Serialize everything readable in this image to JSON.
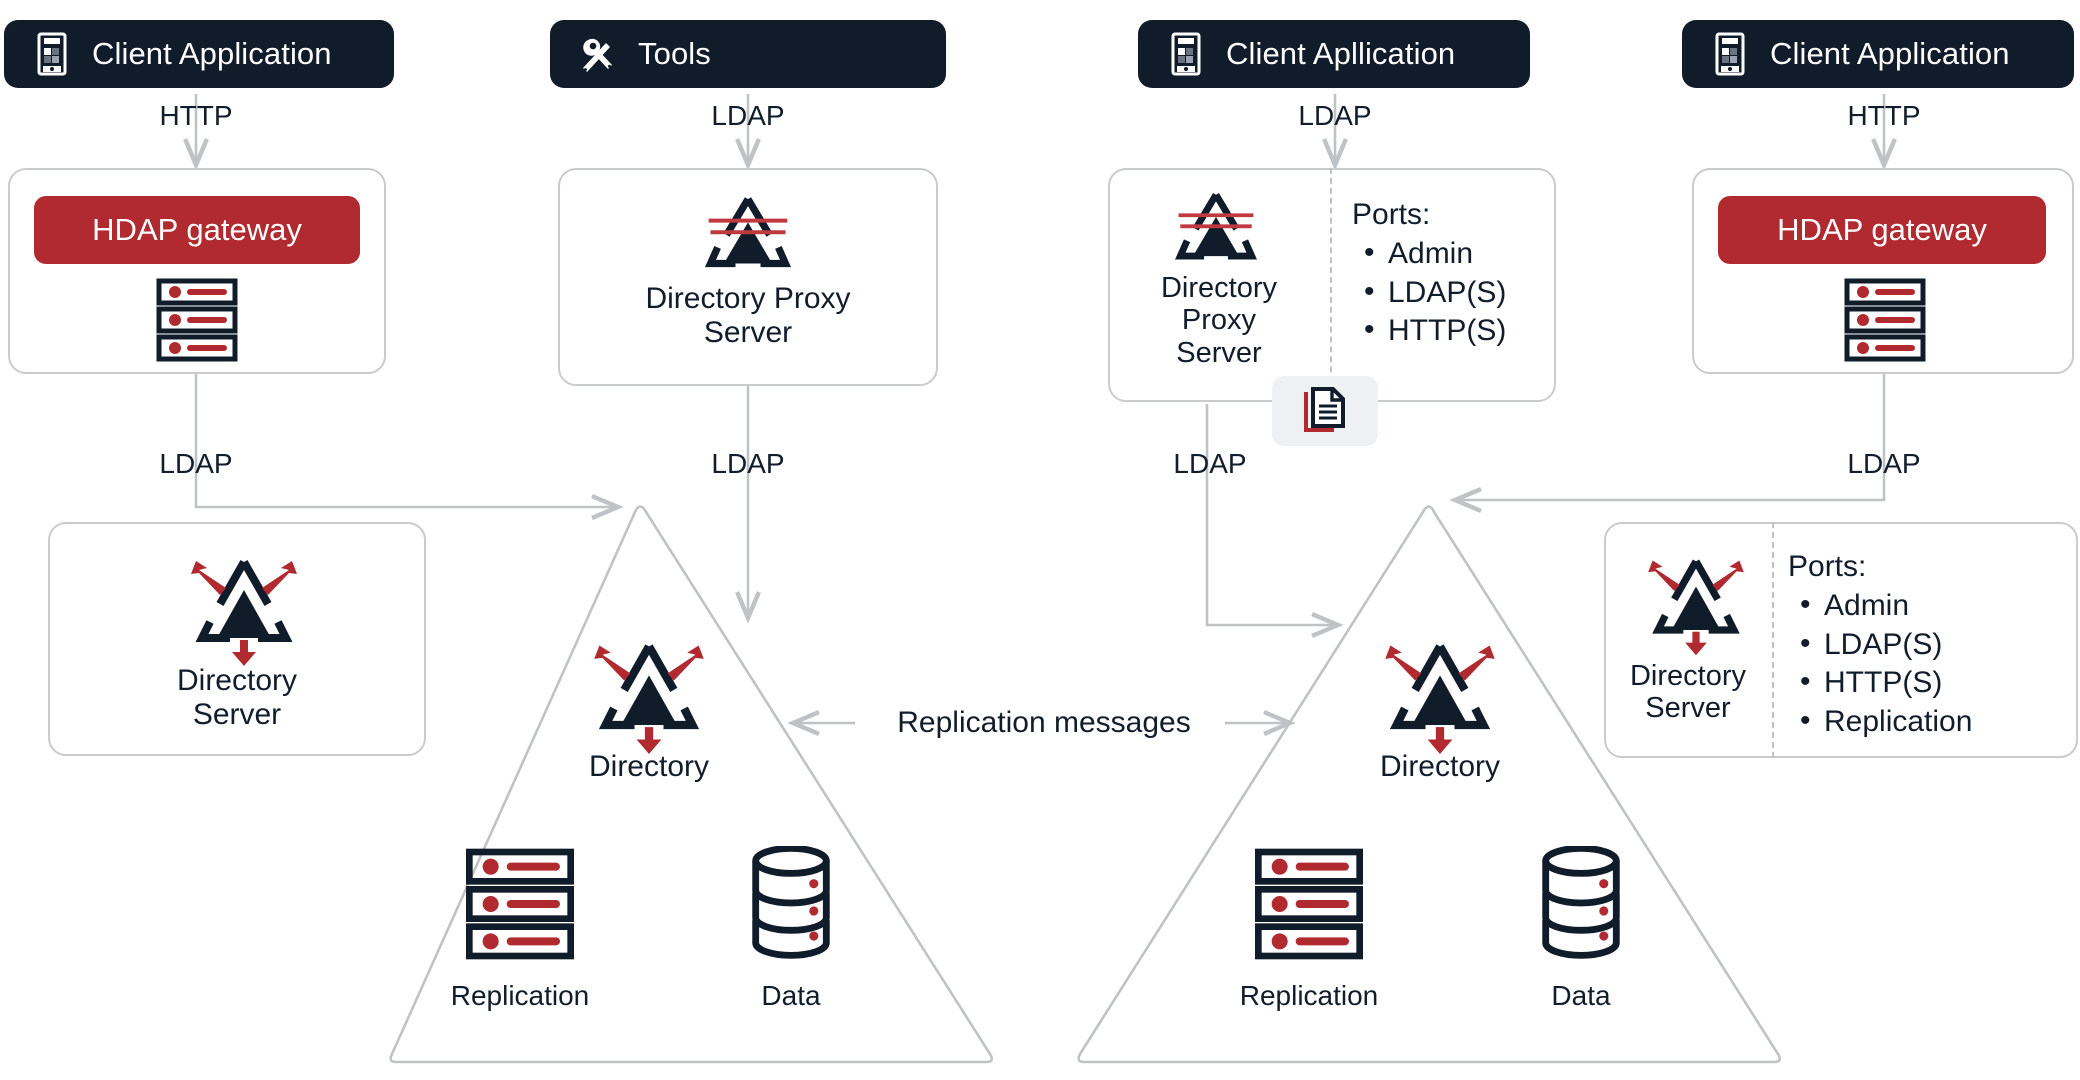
{
  "colors": {
    "navy": "#111c2b",
    "red": "#b02a30",
    "line": "#c0c3c6",
    "panel_border": "#c9cbcd",
    "badge_bg": "#eef1f3",
    "text": "#121d2c"
  },
  "columns": [
    {
      "id": "col1",
      "header": {
        "label": "Client Application",
        "icon": "mobile-device-icon"
      },
      "link1": {
        "label": "HTTP",
        "type": "arrow-down"
      },
      "node": {
        "title": "HDAP gateway",
        "icons": [
          "server-stack-icon"
        ]
      },
      "link2": {
        "label": "LDAP",
        "type": "elbow-right-arrow"
      },
      "leaf": {
        "title": "Directory\nServer",
        "icon": "directory-server-icon"
      }
    },
    {
      "id": "col2",
      "header": {
        "label": "Tools",
        "icon": "tools-icon"
      },
      "link1": {
        "label": "LDAP",
        "type": "arrow-down"
      },
      "node": {
        "title": "Directory Proxy\nServer",
        "icon": "directory-proxy-server-icon"
      },
      "link2": {
        "label": "LDAP",
        "type": "arrow-down"
      }
    },
    {
      "id": "col3",
      "header": {
        "label": "Client Apllication",
        "icon": "mobile-device-icon"
      },
      "link1": {
        "label": "LDAP",
        "type": "arrow-down"
      },
      "node": {
        "title": "Directory\nProxy\nServer",
        "icon": "directory-proxy-server-icon",
        "ports_title": "Ports:",
        "ports": [
          "Admin",
          "LDAP(S)",
          "HTTP(S)"
        ],
        "badge_icon": "logs-document-icon"
      },
      "link2": {
        "label": "LDAP",
        "type": "elbow-right-arrow"
      }
    },
    {
      "id": "col4",
      "header": {
        "label": "Client Application",
        "icon": "mobile-device-icon"
      },
      "link1": {
        "label": "HTTP",
        "type": "arrow-down"
      },
      "node": {
        "title": "HDAP gateway",
        "icons": [
          "server-stack-icon"
        ]
      },
      "link2": {
        "label": "LDAP",
        "type": "elbow-left-arrow"
      },
      "leaf": {
        "title": "Directory\nServer",
        "icon": "directory-server-icon",
        "ports_title": "Ports:",
        "ports": [
          "Admin",
          "LDAP(S)",
          "HTTP(S)",
          "Replication"
        ]
      }
    }
  ],
  "triangles": [
    {
      "id": "triangle-left",
      "apex_label": "Directory",
      "apex_icon": "directory-server-icon",
      "items": [
        {
          "label": "Replication",
          "icon": "replication-server-stack-icon"
        },
        {
          "label": "Data",
          "icon": "database-cylinder-icon"
        }
      ]
    },
    {
      "id": "triangle-right",
      "apex_label": "Directory",
      "apex_icon": "directory-server-icon",
      "items": [
        {
          "label": "Replication",
          "icon": "replication-server-stack-icon"
        },
        {
          "label": "Data",
          "icon": "database-cylinder-icon"
        }
      ]
    }
  ],
  "replication_link": {
    "label": "Replication messages",
    "type": "double-arrow"
  }
}
